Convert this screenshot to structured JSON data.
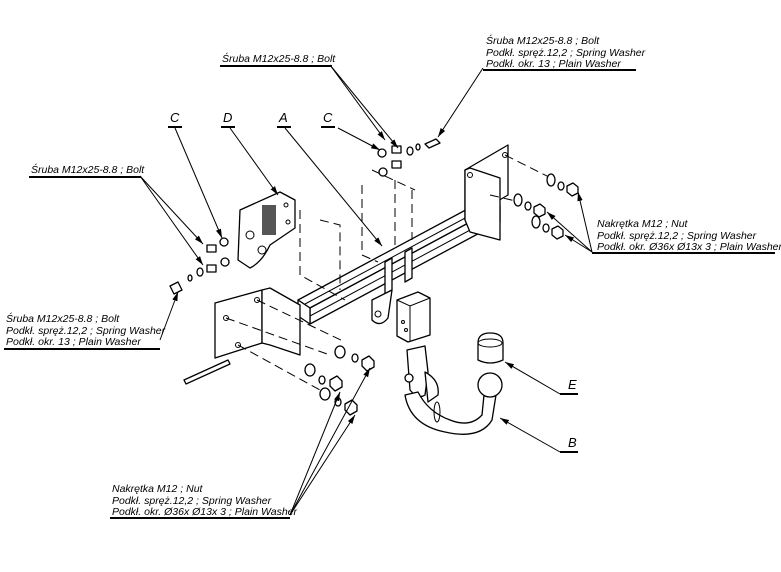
{
  "diagram": {
    "subject": "Tow bar assembly exploded view",
    "part_letters": {
      "A": "A",
      "B": "B",
      "C_left": "C",
      "C_top": "C",
      "D": "D",
      "E": "E"
    },
    "callouts": {
      "top_bolt": [
        "Śruba M12x25-8.8 ;  Bolt"
      ],
      "top_right_bolt_set": [
        "Śruba M12x25-8.8 ;  Bolt",
        "Podkł. spręż.12,2 ; Spring Washer",
        "Podkł. okr. 13 ; Plain Washer"
      ],
      "right_nut_set": [
        "Nakrętka  M12 ; Nut",
        "Podkł. spręż.12,2 ; Spring Washer",
        "Podkł. okr.  Ø36x Ø13x 3 ; Plain Washer"
      ],
      "left_bolt": [
        "Śruba M12x25-8.8 ;  Bolt"
      ],
      "left_bolt_set": [
        "Śruba M12x25-8.8 ;  Bolt",
        "Podkł. spręż.12,2 ; Spring Washer",
        "Podkł. okr. 13 ; Plain Washer"
      ],
      "bottom_nut_set": [
        "Nakrętka  M12 ; Nut",
        "Podkł. spręż.12,2 ; Spring Washer",
        "Podkł. okr.  Ø36x Ø13x 3 ; Plain Washer"
      ]
    }
  }
}
